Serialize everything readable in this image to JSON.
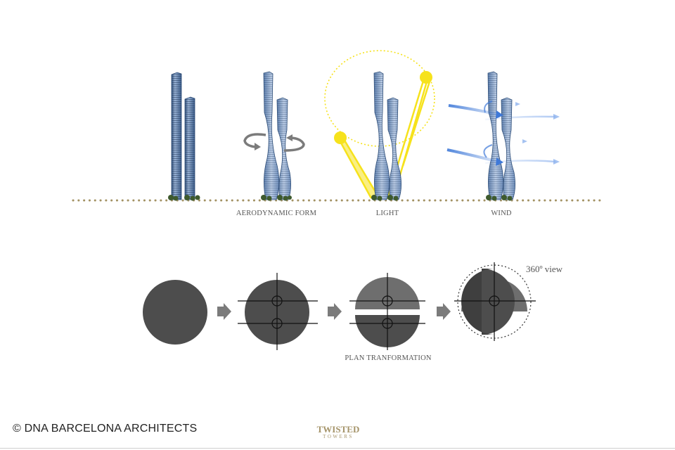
{
  "diagram": {
    "captions": {
      "aerodynamic": "AERODYNAMIC FORM",
      "light": "LIGHT",
      "wind": "WIND",
      "plan": "PLAN TRANFORMATION",
      "view": "360º view"
    }
  },
  "footer": {
    "copyright": "© DNA BARCELONA ARCHITECTS",
    "logo_top": "TWISTED",
    "logo_bottom": "TOWERS"
  },
  "colors": {
    "tower": "#8ea7cc",
    "tower_edge": "#2f4f7a",
    "sun": "#f6e21c",
    "wind": "#3f79d8",
    "plan": "#4d4d4d",
    "plan_light": "#6e6e6e",
    "ground_dots": "#a39263",
    "arrow": "#7b7b7b"
  }
}
